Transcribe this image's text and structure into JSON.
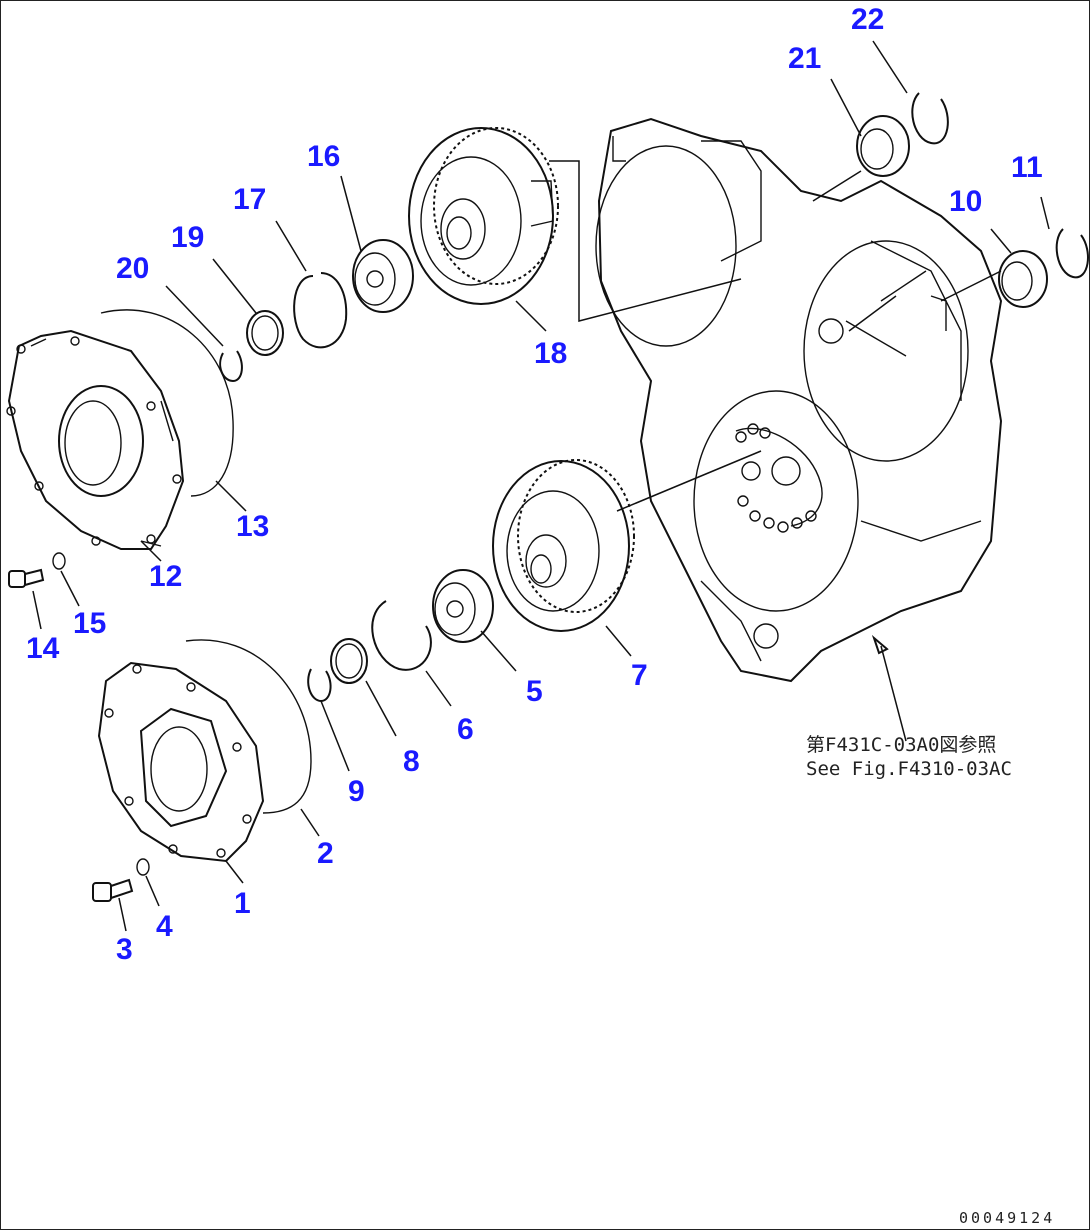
{
  "diagram": {
    "part_numbers": [
      "1",
      "2",
      "3",
      "4",
      "5",
      "6",
      "7",
      "8",
      "9",
      "10",
      "11",
      "12",
      "13",
      "14",
      "15",
      "16",
      "17",
      "18",
      "19",
      "20",
      "21",
      "22"
    ],
    "reference_note": {
      "line1": "第F431C-03A0図参照",
      "line2": "See Fig.F4310-03AC"
    },
    "drawing_code": "00049124",
    "colors": {
      "label": "#1a1aff",
      "line": "#111111"
    }
  }
}
